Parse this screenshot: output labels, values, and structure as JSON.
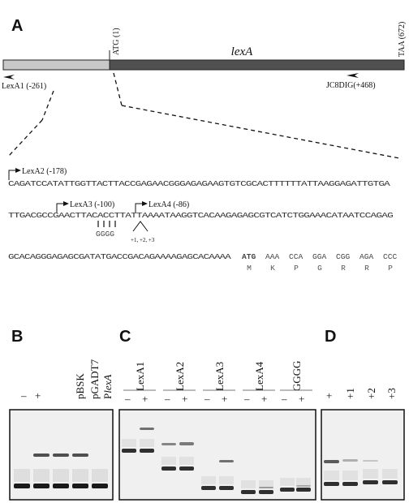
{
  "panelA": {
    "label": "A",
    "atg_label": "ATG (1)",
    "taa_label": "TAA (672)",
    "gene_label": "lexA",
    "primer_lexA1": "LexA1 (-261)",
    "primer_jc8dig": "JC8DIG(+468)",
    "primer_lexA2": "LexA2 (-178)",
    "primer_lexA3": "LexA3 (-100)",
    "primer_lexA4": "LexA4 (-86)",
    "seq_line1": "CAGATCCATATTGGTTACTTACCGAGAACGGGAGAGAAGTGTCGCACTTTTTTATTAAGGAGATTGTGA",
    "seq_line2": "TTGACGCCGAACTTACACCTTATTAAAATAAGGTCACAAGAGAGCGTCATCTGGAAACATAATCCAGAG",
    "seq_line3": "GCACAGGGAGAGCGATATGACCGACAGAAAAGAGCACAAAA",
    "gggg": "GGGG",
    "insert_label": "+1, +2, +3",
    "codons": [
      "ATG",
      "AAA",
      "CCA",
      "GGA",
      "CGG",
      "AGA",
      "CCC"
    ],
    "aminoacids": [
      "M",
      "K",
      "P",
      "G",
      "R",
      "R",
      "P"
    ]
  },
  "panelB": {
    "label": "B",
    "lanes": [
      "–",
      "+",
      "pBSK",
      "pGADT7",
      "PlexA"
    ]
  },
  "panelC": {
    "label": "C",
    "groups": [
      "LexA1",
      "LexA2",
      "LexA3",
      "LexA4",
      "GGGG"
    ],
    "minus": "–",
    "plus": "+"
  },
  "panelD": {
    "label": "D",
    "lanes": [
      "+",
      "+1",
      "+2",
      "+3"
    ]
  },
  "colors": {
    "promoter_bar": "#c8c8c8",
    "gene_bar": "#505050",
    "gel_background": "#f0f0f0",
    "band": "#1a1a1a"
  }
}
